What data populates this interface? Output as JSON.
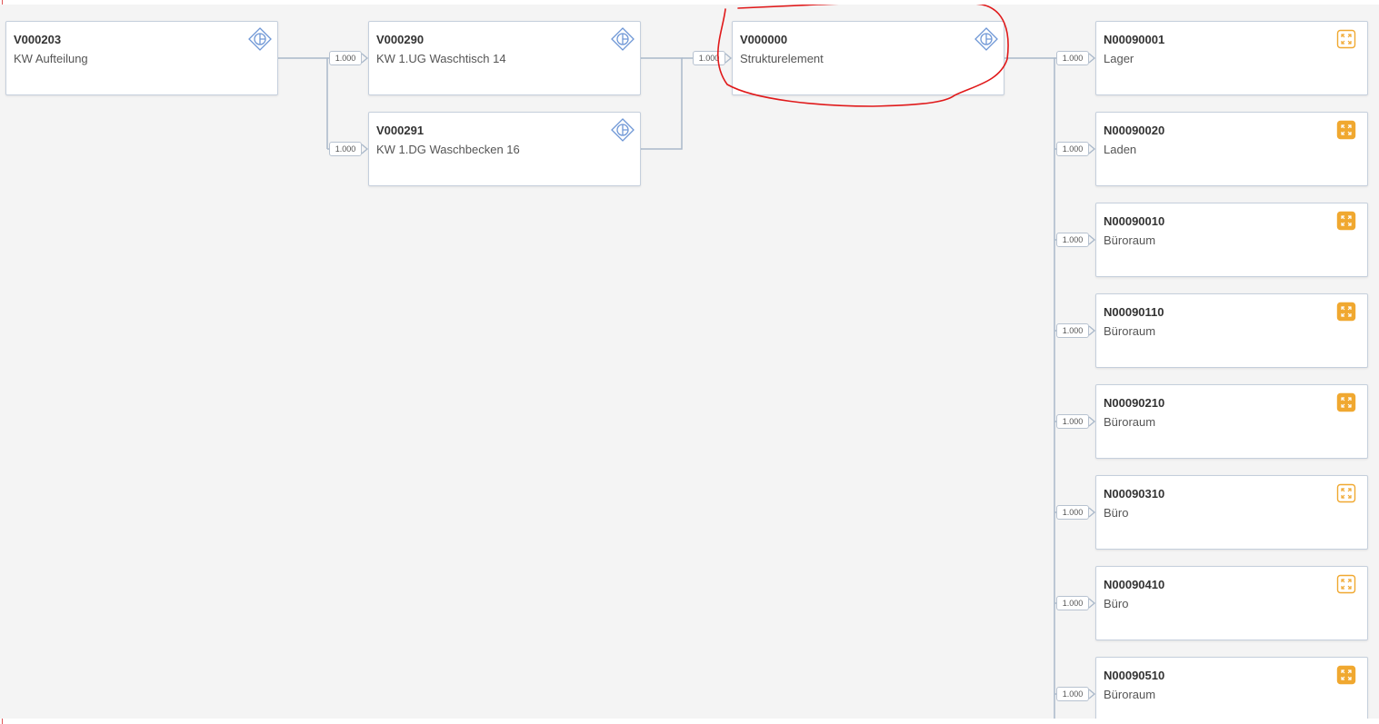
{
  "level1": [
    {
      "code": "V000203",
      "label": "KW Aufteilung"
    }
  ],
  "level2": [
    {
      "code": "V000290",
      "label": "KW 1.UG Waschtisch 14",
      "qty": "1.000"
    },
    {
      "code": "V000291",
      "label": "KW 1.DG Waschbecken 16",
      "qty": "1.000"
    }
  ],
  "level3": [
    {
      "code": "V000000",
      "label": "Strukturelement",
      "qty": "1.000"
    }
  ],
  "level4": [
    {
      "code": "N00090001",
      "label": "Lager",
      "qty": "1.000",
      "icon_style": "outline"
    },
    {
      "code": "N00090020",
      "label": "Laden",
      "qty": "1.000",
      "icon_style": "filled"
    },
    {
      "code": "N00090010",
      "label": "Büroraum",
      "qty": "1.000",
      "icon_style": "filled"
    },
    {
      "code": "N00090110",
      "label": "Büroraum",
      "qty": "1.000",
      "icon_style": "filled"
    },
    {
      "code": "N00090210",
      "label": "Büroraum",
      "qty": "1.000",
      "icon_style": "filled"
    },
    {
      "code": "N00090310",
      "label": "Büro",
      "qty": "1.000",
      "icon_style": "outline"
    },
    {
      "code": "N00090410",
      "label": "Büro",
      "qty": "1.000",
      "icon_style": "outline"
    },
    {
      "code": "N00090510",
      "label": "Büroraum",
      "qty": "1.000",
      "icon_style": "filled"
    }
  ],
  "icons": {
    "structure": "structure-diamond-icon",
    "room": "expand-room-icon"
  },
  "colors": {
    "structure_icon": "#6f97d6",
    "room_icon": "#f0a830",
    "connector": "#a9b8ca",
    "annotation": "#e0191a"
  }
}
